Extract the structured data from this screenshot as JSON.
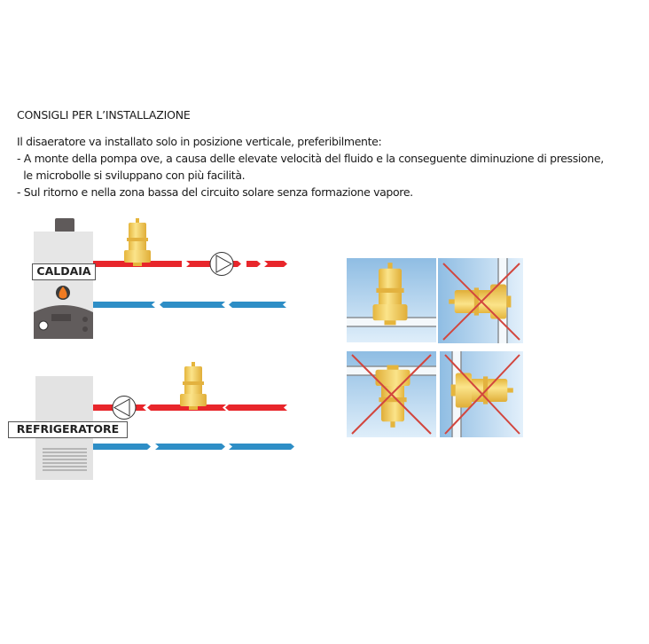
{
  "header": {
    "title": "CONSIGLI PER L’INSTALLAZIONE"
  },
  "instructions": {
    "intro": "Il disaeratore va installato solo in posizione verticale, preferibilmente:",
    "bullets": [
      "- A monte della pompa ove, a causa delle elevate velocità del fluido e la conseguente diminuzione di pressione,",
      "  le microbolle si sviluppano con più facilità.",
      "- Sul ritorno e nella zona bassa del circuito solare senza formazione vapore."
    ]
  },
  "diagrams": {
    "boiler": {
      "label": "CALDAIA",
      "icons": [
        "boiler-icon",
        "flame-icon",
        "pressure-gauge-icon",
        "deaerator-valve-icon",
        "pump-icon"
      ],
      "flow_supply_color": "#e8262b",
      "flow_return_color": "#2e8ec6"
    },
    "chiller": {
      "label": "REFRIGERATORE",
      "icons": [
        "chiller-icon",
        "vent-grille-icon",
        "pump-icon",
        "deaerator-valve-icon"
      ],
      "flow_supply_color": "#e8262b",
      "flow_return_color": "#2e8ec6"
    }
  },
  "orientation_panels": [
    {
      "position": "top-left",
      "orientation": "vertical",
      "status": "correct"
    },
    {
      "position": "top-right",
      "orientation": "horizontal-left",
      "status": "wrong"
    },
    {
      "position": "bottom-left",
      "orientation": "vertical-inverted",
      "status": "wrong"
    },
    {
      "position": "bottom-right",
      "orientation": "horizontal-right",
      "status": "wrong"
    }
  ],
  "colors": {
    "brass": "#f2cf5c",
    "brass_dark": "#d9a832",
    "panel_blue": "#a9cde9",
    "cross_red": "#d2463e"
  }
}
